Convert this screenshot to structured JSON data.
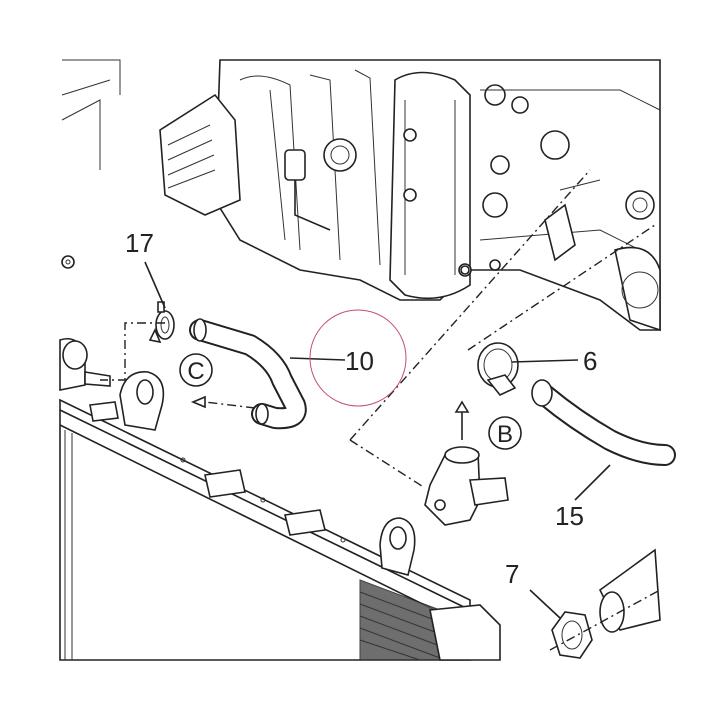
{
  "callouts": {
    "part_17": "17",
    "part_10": "10",
    "part_6": "6",
    "part_15": "15",
    "part_7": "7"
  },
  "views": {
    "view_b": "B",
    "view_c": "C"
  },
  "colors": {
    "line": "#222222",
    "highlight_circle": "#c0506a",
    "background": "#ffffff"
  }
}
